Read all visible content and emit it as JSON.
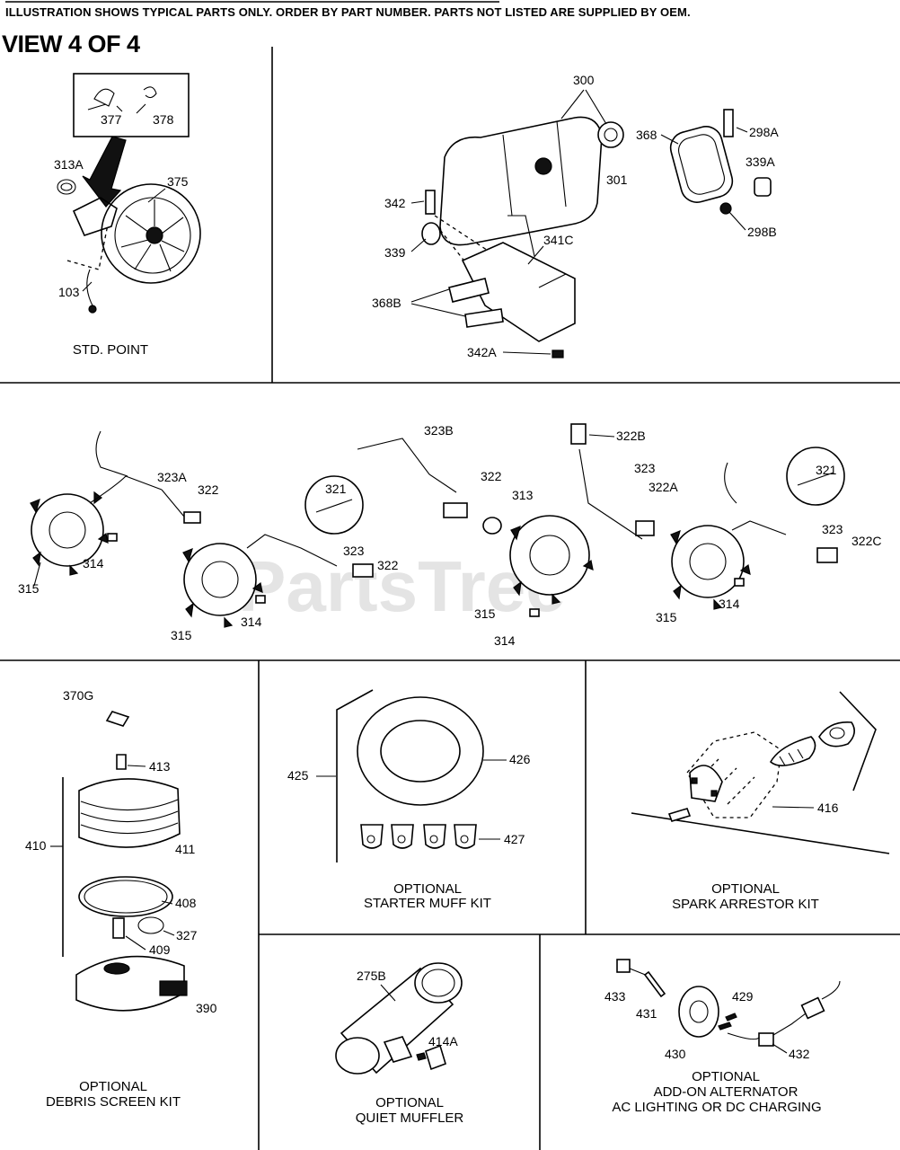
{
  "header": {
    "notice": "ILLUSTRATION SHOWS TYPICAL PARTS ONLY. ORDER BY PART NUMBER. PARTS NOT LISTED ARE SUPPLIED BY OEM.",
    "view": "VIEW 4 OF 4"
  },
  "watermark": "PartsTree",
  "captions": {
    "std_point": "STD. POINT",
    "debris_1": "OPTIONAL",
    "debris_2": "DEBRIS SCREEN KIT",
    "muff_1": "OPTIONAL",
    "muff_2": "STARTER MUFF KIT",
    "spark_1": "OPTIONAL",
    "spark_2": "SPARK ARRESTOR KIT",
    "muffler_1": "OPTIONAL",
    "muffler_2": "QUIET MUFFLER",
    "alt_1": "OPTIONAL",
    "alt_2": "ADD-ON ALTERNATOR",
    "alt_3": "AC LIGHTING OR DC CHARGING"
  },
  "parts": {
    "p377": "377",
    "p378": "378",
    "p313A": "313A",
    "p375": "375",
    "p103": "103",
    "p300": "300",
    "p301": "301",
    "p368": "368",
    "p298A": "298A",
    "p339A": "339A",
    "p298B": "298B",
    "p342": "342",
    "p339": "339",
    "p341C": "341C",
    "p368B": "368B",
    "p342A": "342A",
    "p323A": "323A",
    "p322_a": "322",
    "p315_a": "315",
    "p314_a": "314",
    "p321_a": "321",
    "p323_a": "323",
    "p322_b": "322",
    "p315_b": "315",
    "p314_b": "314",
    "p323B": "323B",
    "p322_c": "322",
    "p313": "313",
    "p322B": "322B",
    "p323_b": "323",
    "p322A": "322A",
    "p315_c": "315",
    "p314_c": "314",
    "p321_b": "321",
    "p323_c": "323",
    "p322C": "322C",
    "p315_d": "315",
    "p314_d": "314",
    "p370G": "370G",
    "p413": "413",
    "p410": "410",
    "p411": "411",
    "p408": "408",
    "p327": "327",
    "p409": "409",
    "p390": "390",
    "p425": "425",
    "p426": "426",
    "p427": "427",
    "p416": "416",
    "p275B": "275B",
    "p414A": "414A",
    "p433": "433",
    "p431": "431",
    "p429": "429",
    "p430": "430",
    "p432": "432"
  }
}
